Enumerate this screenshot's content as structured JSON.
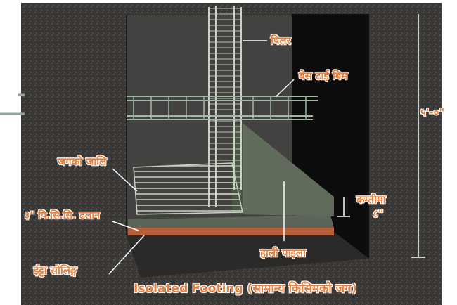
{
  "title": "Isolated Footing (सामान्य किसिमको जग)",
  "labels": {
    "pillar": "पिलर",
    "base_tie_beam": "बेस टाई बिम",
    "footing_mesh": "जगको जालि",
    "pcc": "३\" पि.सि.सि. ढलान",
    "brick_soling": "ईट्टा सोलिङ्ग",
    "footing_step": "हाली पाइला",
    "min_thickness": "कम्तीमा",
    "min_thickness_value": "८\"",
    "depth": "५'-०\""
  },
  "colors": {
    "label": "#e8803f",
    "soil": "#3b3937",
    "concrete": "#5d6458",
    "brick": "#b5603a",
    "rebar": "#c9d3c2"
  }
}
